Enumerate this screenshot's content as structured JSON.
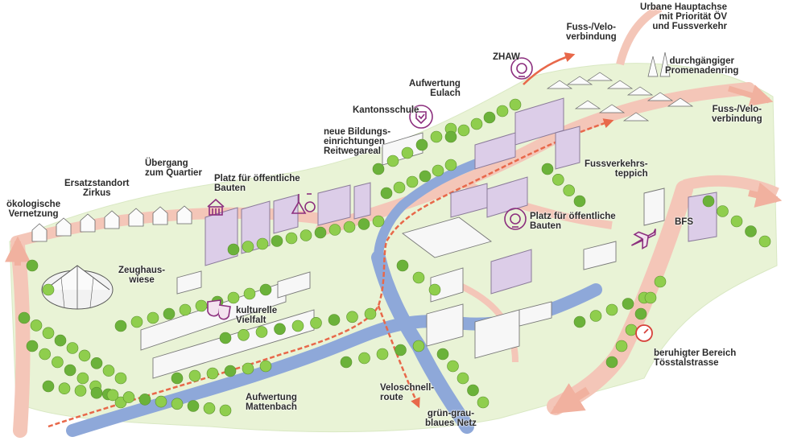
{
  "colors": {
    "road": "#f4c6b8",
    "arrow": "#e8684a",
    "green_area": "#e9f3d6",
    "tree": "#8fce4d",
    "tree_dark": "#6bb23a",
    "water": "#8ea8d9",
    "building_purple": "#dccde8",
    "building_outline": "#8a7a99",
    "building_white": "#f7f7f7",
    "icon": "#8c2f7e",
    "text": "#2b2b2b"
  },
  "labels": {
    "oekologische_vernetzung": "ökologische\nVernetzung",
    "ersatzstandort_zirkus": "Ersatzstandort\nZirkus",
    "uebergang_quartier": "Übergang\nzum Quartier",
    "platz_oeffentliche_bauten_west": "Platz für öffentliche\nBauten",
    "neue_bildungseinrichtungen": "neue Bildungs-\neinrichtungen\nReitwegareal",
    "kantonsschule": "Kantonsschule",
    "aufwertung_eulach": "Aufwertung\nEulach",
    "zhaw": "ZHAW",
    "fuss_velo_north": "Fuss-/Velo-\nverbindung",
    "urbane_hauptachse": "Urbane Hauptachse\nmit Priorität ÖV\nund Fussverkehr",
    "promenadenring": "durchgängiger\nPromenadenring",
    "fuss_velo_east": "Fuss-/Velo-\nverbindung",
    "fussverkehrsteppich": "Fussverkehrs-\nteppich",
    "platz_oeffentliche_bauten_east": "Platz für öffentliche\nBauten",
    "bfs": "BFS",
    "zeughauswiese": "Zeughaus-\nwiese",
    "kulturelle_vielfalt": "kulturelle\nVielfalt",
    "aufwertung_mattenbach": "Aufwertung\nMattenbach",
    "veloschnellroute": "Veloschnell-\nroute",
    "gruen_blaues_netz": "grün-grau-\nblaues Netz",
    "beruhigter_bereich": "beruhigter Bereich\nTösstalstrasse"
  },
  "icons": [
    {
      "name": "building-icon",
      "near": "platz_oeffentliche_bauten_west"
    },
    {
      "name": "flask-icon",
      "near": "neue_bildungseinrichtungen"
    },
    {
      "name": "shield-gear-icon",
      "near": "kantonsschule"
    },
    {
      "name": "gear-bulb-icon",
      "near": "zhaw"
    },
    {
      "name": "gear-bulb-icon",
      "near": "platz_oeffentliche_bauten_east"
    },
    {
      "name": "airplane-icon",
      "near": "bfs"
    },
    {
      "name": "speedometer-icon",
      "near": "beruhigter_bereich"
    },
    {
      "name": "theater-masks-icon",
      "near": "kulturelle_vielfalt"
    }
  ]
}
